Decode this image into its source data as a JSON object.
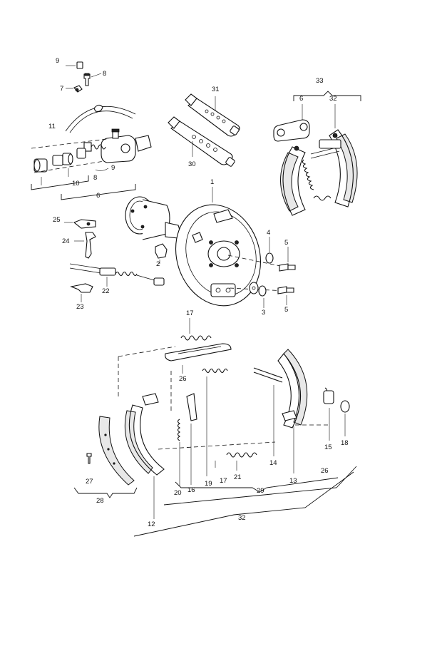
{
  "callouts": [
    {
      "id": "c9-top",
      "label": "9"
    },
    {
      "id": "c8-top",
      "label": "8"
    },
    {
      "id": "c7",
      "label": "7"
    },
    {
      "id": "c11",
      "label": "11"
    },
    {
      "id": "c10",
      "label": "10"
    },
    {
      "id": "c8-mid",
      "label": "8"
    },
    {
      "id": "c9-mid",
      "label": "9"
    },
    {
      "id": "c6-left",
      "label": "6"
    },
    {
      "id": "c31",
      "label": "31"
    },
    {
      "id": "c30",
      "label": "30"
    },
    {
      "id": "c33",
      "label": "33"
    },
    {
      "id": "c6-right",
      "label": "6"
    },
    {
      "id": "c32-top",
      "label": "32"
    },
    {
      "id": "c1",
      "label": "1"
    },
    {
      "id": "c2",
      "label": "2"
    },
    {
      "id": "c4",
      "label": "4"
    },
    {
      "id": "c5-top",
      "label": "5"
    },
    {
      "id": "c3",
      "label": "3"
    },
    {
      "id": "c5-bot",
      "label": "5"
    },
    {
      "id": "c25",
      "label": "25"
    },
    {
      "id": "c24",
      "label": "24"
    },
    {
      "id": "c22",
      "label": "22"
    },
    {
      "id": "c23",
      "label": "23"
    },
    {
      "id": "c17-top",
      "label": "17"
    },
    {
      "id": "c26-mid",
      "label": "26"
    },
    {
      "id": "c14",
      "label": "14"
    },
    {
      "id": "c15",
      "label": "15"
    },
    {
      "id": "c18",
      "label": "18"
    },
    {
      "id": "c13",
      "label": "13"
    },
    {
      "id": "c26-right",
      "label": "26"
    },
    {
      "id": "c20",
      "label": "20"
    },
    {
      "id": "c16",
      "label": "16"
    },
    {
      "id": "c19",
      "label": "19"
    },
    {
      "id": "c17-bot",
      "label": "17"
    },
    {
      "id": "c21",
      "label": "21"
    },
    {
      "id": "c29",
      "label": "29"
    },
    {
      "id": "c27",
      "label": "27"
    },
    {
      "id": "c28",
      "label": "28"
    },
    {
      "id": "c12",
      "label": "12"
    },
    {
      "id": "c32-bot",
      "label": "32"
    }
  ]
}
